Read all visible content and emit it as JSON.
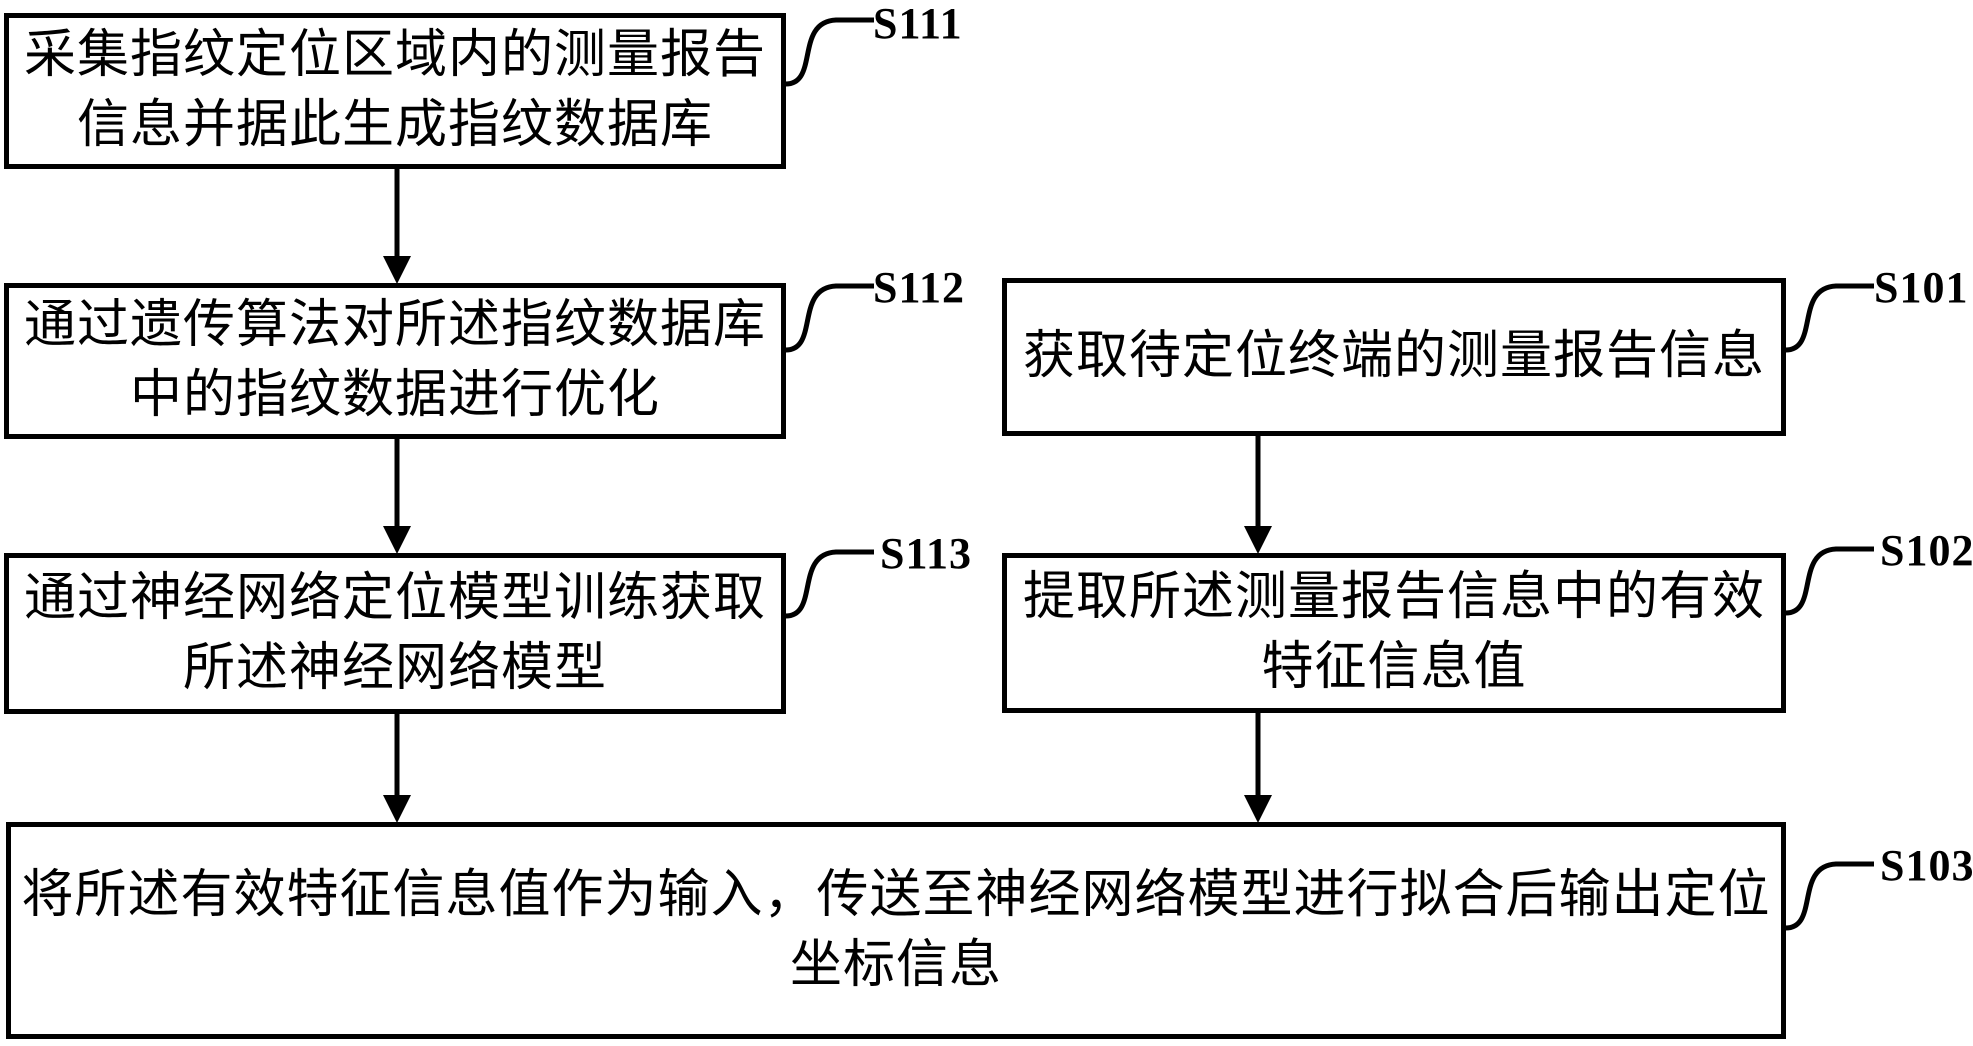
{
  "diagram": {
    "type": "flowchart",
    "kind": "patent-method-figure",
    "colors": {
      "background": "#ffffff",
      "line": "#000000",
      "text": "#000000"
    },
    "boxes": [
      {
        "id": "S111",
        "label": "S111",
        "lines": [
          "采集指纹定位区域内的测量报告",
          "信息并据此生成指纹数据库"
        ]
      },
      {
        "id": "S112",
        "label": "S112",
        "lines": [
          "通过遗传算法对所述指纹数据库",
          "中的指纹数据进行优化"
        ]
      },
      {
        "id": "S113",
        "label": "S113",
        "lines": [
          "通过神经网络定位模型训练获取",
          "所述神经网络模型"
        ]
      },
      {
        "id": "S101",
        "label": "S101",
        "lines": [
          "获取待定位终端的测量报告信息"
        ]
      },
      {
        "id": "S102",
        "label": "S102",
        "lines": [
          "提取所述测量报告信息中的有效",
          "特征信息值"
        ]
      },
      {
        "id": "S103",
        "label": "S103",
        "lines": [
          "将所述有效特征信息值作为输入，传送至神经网络模型进行拟合后输出定位",
          "坐标信息"
        ]
      }
    ],
    "flows": [
      {
        "from": "S111",
        "to": "S112"
      },
      {
        "from": "S112",
        "to": "S113"
      },
      {
        "from": "S113",
        "to": "S103"
      },
      {
        "from": "S101",
        "to": "S102"
      },
      {
        "from": "S102",
        "to": "S103"
      }
    ]
  }
}
